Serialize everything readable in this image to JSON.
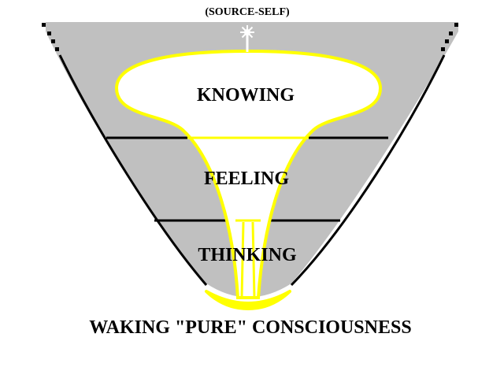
{
  "diagram": {
    "top_label": "(SOURCE-SELF)",
    "layers": [
      {
        "label": "KNOWING"
      },
      {
        "label": "FEELING"
      },
      {
        "label": "THINKING"
      }
    ],
    "bottom_label": "WAKING \"PURE\" CONSCIOUSNESS"
  },
  "colors": {
    "funnel_fill": "#c0c0c0",
    "outline": "#000000",
    "channel_stroke": "#ffff00",
    "channel_fill": "#ffffff",
    "text": "#000000"
  },
  "icons": {
    "source": "sunburst-icon"
  }
}
